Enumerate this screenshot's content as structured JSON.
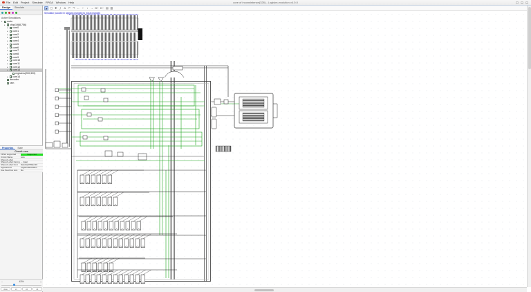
{
  "window": {
    "title": "core of inconsistence(328) - Logisim-evolution v4.0.0",
    "controls": [
      {
        "glyph": "−",
        "name": "minimize-button"
      },
      {
        "glyph": "□",
        "name": "maximize-button"
      },
      {
        "glyph": "×",
        "name": "close-button"
      }
    ]
  },
  "menubar": {
    "items": [
      {
        "label": "File",
        "name": "menu-file"
      },
      {
        "label": "Edit",
        "name": "menu-edit"
      },
      {
        "label": "Project",
        "name": "menu-project"
      },
      {
        "label": "Simulate",
        "name": "menu-simulate"
      },
      {
        "label": "FPGA",
        "name": "menu-fpga"
      },
      {
        "label": "Window",
        "name": "menu-window"
      },
      {
        "label": "Help",
        "name": "menu-help"
      }
    ]
  },
  "toolbar": {
    "icons": [
      {
        "glyph": "➤",
        "name": "edit-tool-icon",
        "active": true
      },
      {
        "glyph": "▢",
        "name": "select-tool-icon"
      },
      {
        "glyph": "✚",
        "name": "wiring-tool-icon"
      },
      {
        "glyph": "ƒ",
        "name": "poke-tool-icon"
      },
      {
        "glyph": "A",
        "name": "text-tool-icon"
      },
      {
        "glyph": "↶",
        "name": "undo-icon"
      },
      {
        "glyph": "↷",
        "name": "redo-icon"
      },
      {
        "glyph": "←",
        "name": "facing-west-icon"
      },
      {
        "glyph": "↑",
        "name": "facing-north-icon"
      },
      {
        "glyph": "↓",
        "name": "facing-south-icon"
      },
      {
        "glyph": "→",
        "name": "facing-east-icon"
      },
      {
        "glyph": "D+",
        "name": "zoom-in-icon"
      },
      {
        "glyph": "D−",
        "name": "zoom-out-icon"
      },
      {
        "glyph": "▤",
        "name": "project-view-icon"
      },
      {
        "glyph": "▥",
        "name": "library-view-icon"
      }
    ]
  },
  "sidebar": {
    "tabs": [
      {
        "label": "Design",
        "name": "tab-design",
        "active": true
      },
      {
        "label": "Simulate",
        "name": "tab-simulate"
      }
    ],
    "explorer_toolbar": [
      {
        "color": "#2aa4a4",
        "name": "add-circuit-icon"
      },
      {
        "color": "#2fae2f",
        "name": "up-circuit-icon"
      },
      {
        "color": "#d03030",
        "name": "remove-circuit-icon"
      },
      {
        "color": "#c837c8",
        "name": "appearance-icon"
      },
      {
        "color": "#2fae2f",
        "name": "simulate-icon"
      }
    ],
    "tree_header": "Active Simulations",
    "tree": [
      {
        "label": "main",
        "depth": 0,
        "arrow": true
      },
      {
        "label": "chip(1988,756)",
        "depth": 1,
        "arrow": true
      },
      {
        "label": "core0",
        "depth": 2,
        "arrow": true
      },
      {
        "label": "core1",
        "depth": 2,
        "arrow": true
      },
      {
        "label": "core2",
        "depth": 2,
        "arrow": true
      },
      {
        "label": "core3",
        "depth": 2,
        "arrow": true
      },
      {
        "label": "core4",
        "depth": 2,
        "arrow": true
      },
      {
        "label": "core5",
        "depth": 2,
        "arrow": true
      },
      {
        "label": "core6",
        "depth": 2,
        "arrow": true
      },
      {
        "label": "core7",
        "depth": 2,
        "arrow": true
      },
      {
        "label": "core8",
        "depth": 2,
        "arrow": true
      },
      {
        "label": "core9",
        "depth": 2,
        "arrow": true
      },
      {
        "label": "core10",
        "depth": 2,
        "arrow": true
      },
      {
        "label": "core11",
        "depth": 2,
        "arrow": true
      },
      {
        "label": "core12",
        "depth": 2,
        "arrow": true
      },
      {
        "label": "core13",
        "depth": 2,
        "arrow": true,
        "selected": true
      },
      {
        "label": "registers(200,320)",
        "depth": 3,
        "arrow": false
      },
      {
        "label": "core14",
        "depth": 2,
        "arrow": true
      },
      {
        "label": "decoder",
        "depth": 1,
        "arrow": false
      },
      {
        "label": "ram",
        "depth": 1,
        "arrow": false
      }
    ]
  },
  "properties": {
    "tabs": [
      {
        "label": "Properties",
        "name": "tab-properties",
        "active": true
      },
      {
        "label": "State",
        "name": "tab-state"
      }
    ],
    "header": "Circuit: core",
    "rows": [
      {
        "label": "FPGA supported",
        "value": "Supported",
        "highlight": true
      },
      {
        "label": "Circuit Name",
        "value": "core"
      },
      {
        "label": "Shared Label",
        "value": ""
      },
      {
        "label": "Shared Label Facing",
        "value": "← East"
      },
      {
        "label": "Shared Label Font",
        "value": "SansSerif Bold 16"
      },
      {
        "label": "Appearance",
        "value": "Logisim Evolution"
      },
      {
        "label": "Use fixed box size",
        "value": "No"
      }
    ]
  },
  "zoom_widget": {
    "minus": "−",
    "plus": "+",
    "value": "43%",
    "buttons": [
      {
        "label": "Auto",
        "name": "zoom-auto-button"
      },
      {
        "label": "x1",
        "name": "zoom-x1-button"
      },
      {
        "label": "x2",
        "name": "zoom-x2-button"
      },
      {
        "label": "x4",
        "name": "zoom-x4-button"
      }
    ]
  },
  "canvas": {
    "message": "Simulator paused in signals changed to input changes"
  },
  "colors": {
    "accent_blue": "#3a3ad0",
    "wire_green": "#1aa31a",
    "bus_gray": "#8a8a8a",
    "supported_green": "#22e022",
    "selection_gray": "#c9c9c9"
  }
}
